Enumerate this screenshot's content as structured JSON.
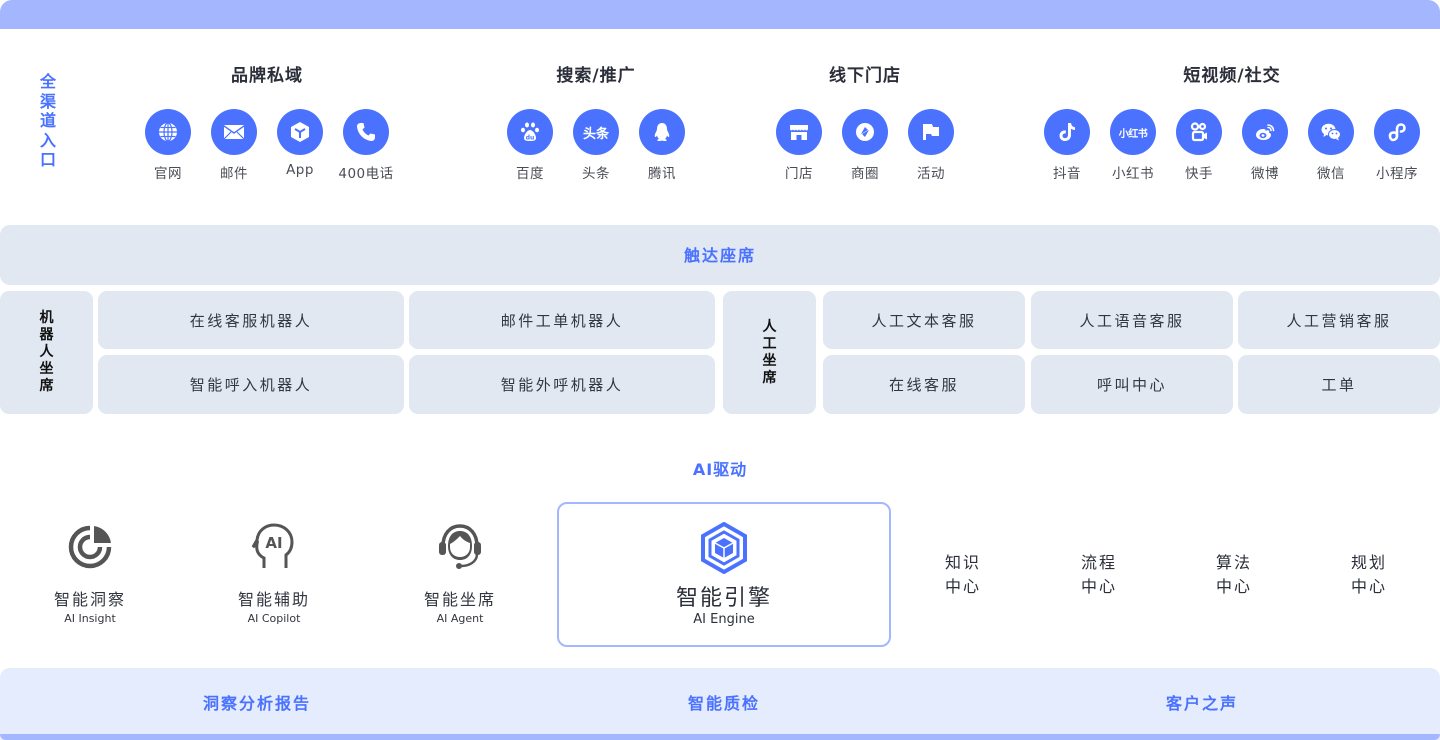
{
  "channels": {
    "label": "全渠道入口",
    "groups": [
      {
        "title": "品牌私域",
        "items": [
          {
            "label": "官网",
            "icon": "globe-icon"
          },
          {
            "label": "邮件",
            "icon": "mail-icon"
          },
          {
            "label": "App",
            "icon": "cube-icon"
          },
          {
            "label": "400电话",
            "icon": "phone-icon"
          }
        ]
      },
      {
        "title": "搜索/推广",
        "items": [
          {
            "label": "百度",
            "icon": "baidu-icon"
          },
          {
            "label": "头条",
            "icon": "toutiao-icon",
            "glyph": "头条"
          },
          {
            "label": "腾讯",
            "icon": "qq-penguin-icon"
          }
        ]
      },
      {
        "title": "线下门店",
        "items": [
          {
            "label": "门店",
            "icon": "store-icon"
          },
          {
            "label": "商圈",
            "icon": "shutter-icon"
          },
          {
            "label": "活动",
            "icon": "flag-icon"
          }
        ]
      },
      {
        "title": "短视频/社交",
        "items": [
          {
            "label": "抖音",
            "icon": "douyin-icon"
          },
          {
            "label": "小红书",
            "icon": "xiaohongshu-icon",
            "glyph": "小红书"
          },
          {
            "label": "快手",
            "icon": "kuaishou-icon"
          },
          {
            "label": "微博",
            "icon": "weibo-icon"
          },
          {
            "label": "微信",
            "icon": "wechat-icon"
          },
          {
            "label": "小程序",
            "icon": "mini-program-icon"
          }
        ]
      }
    ]
  },
  "reach": {
    "title": "触达座席",
    "robot": {
      "label": "机器人坐席",
      "cells": [
        "在线客服机器人",
        "邮件工单机器人",
        "智能呼入机器人",
        "智能外呼机器人"
      ]
    },
    "human": {
      "label": "人工坐席",
      "cells": [
        "人工文本客服",
        "人工语音客服",
        "人工营销客服",
        "在线客服",
        "呼叫中心",
        "工单"
      ]
    }
  },
  "ai": {
    "title": "AI驱动",
    "modules": [
      {
        "cn": "智能洞察",
        "en": "AI Insight",
        "icon": "pie-chart-icon"
      },
      {
        "cn": "智能辅助",
        "en": "AI Copilot",
        "icon": "ai-head-icon"
      },
      {
        "cn": "智能坐席",
        "en": "AI Agent",
        "icon": "headset-agent-icon"
      }
    ],
    "engine": {
      "cn": "智能引擎",
      "en": "AI Engine",
      "icon": "hex-cube-icon"
    },
    "centers": [
      {
        "line1": "知识",
        "line2": "中心"
      },
      {
        "line1": "流程",
        "line2": "中心"
      },
      {
        "line1": "算法",
        "line2": "中心"
      },
      {
        "line1": "规划",
        "line2": "中心"
      }
    ]
  },
  "outputs": [
    "洞察分析报告",
    "智能质检",
    "客户之声"
  ],
  "colors": {
    "accent": "#4a72ff",
    "bar": "#a4b7fe",
    "cell_bg": "#e1e8f2",
    "bottom_bg": "#e5ecfd"
  }
}
